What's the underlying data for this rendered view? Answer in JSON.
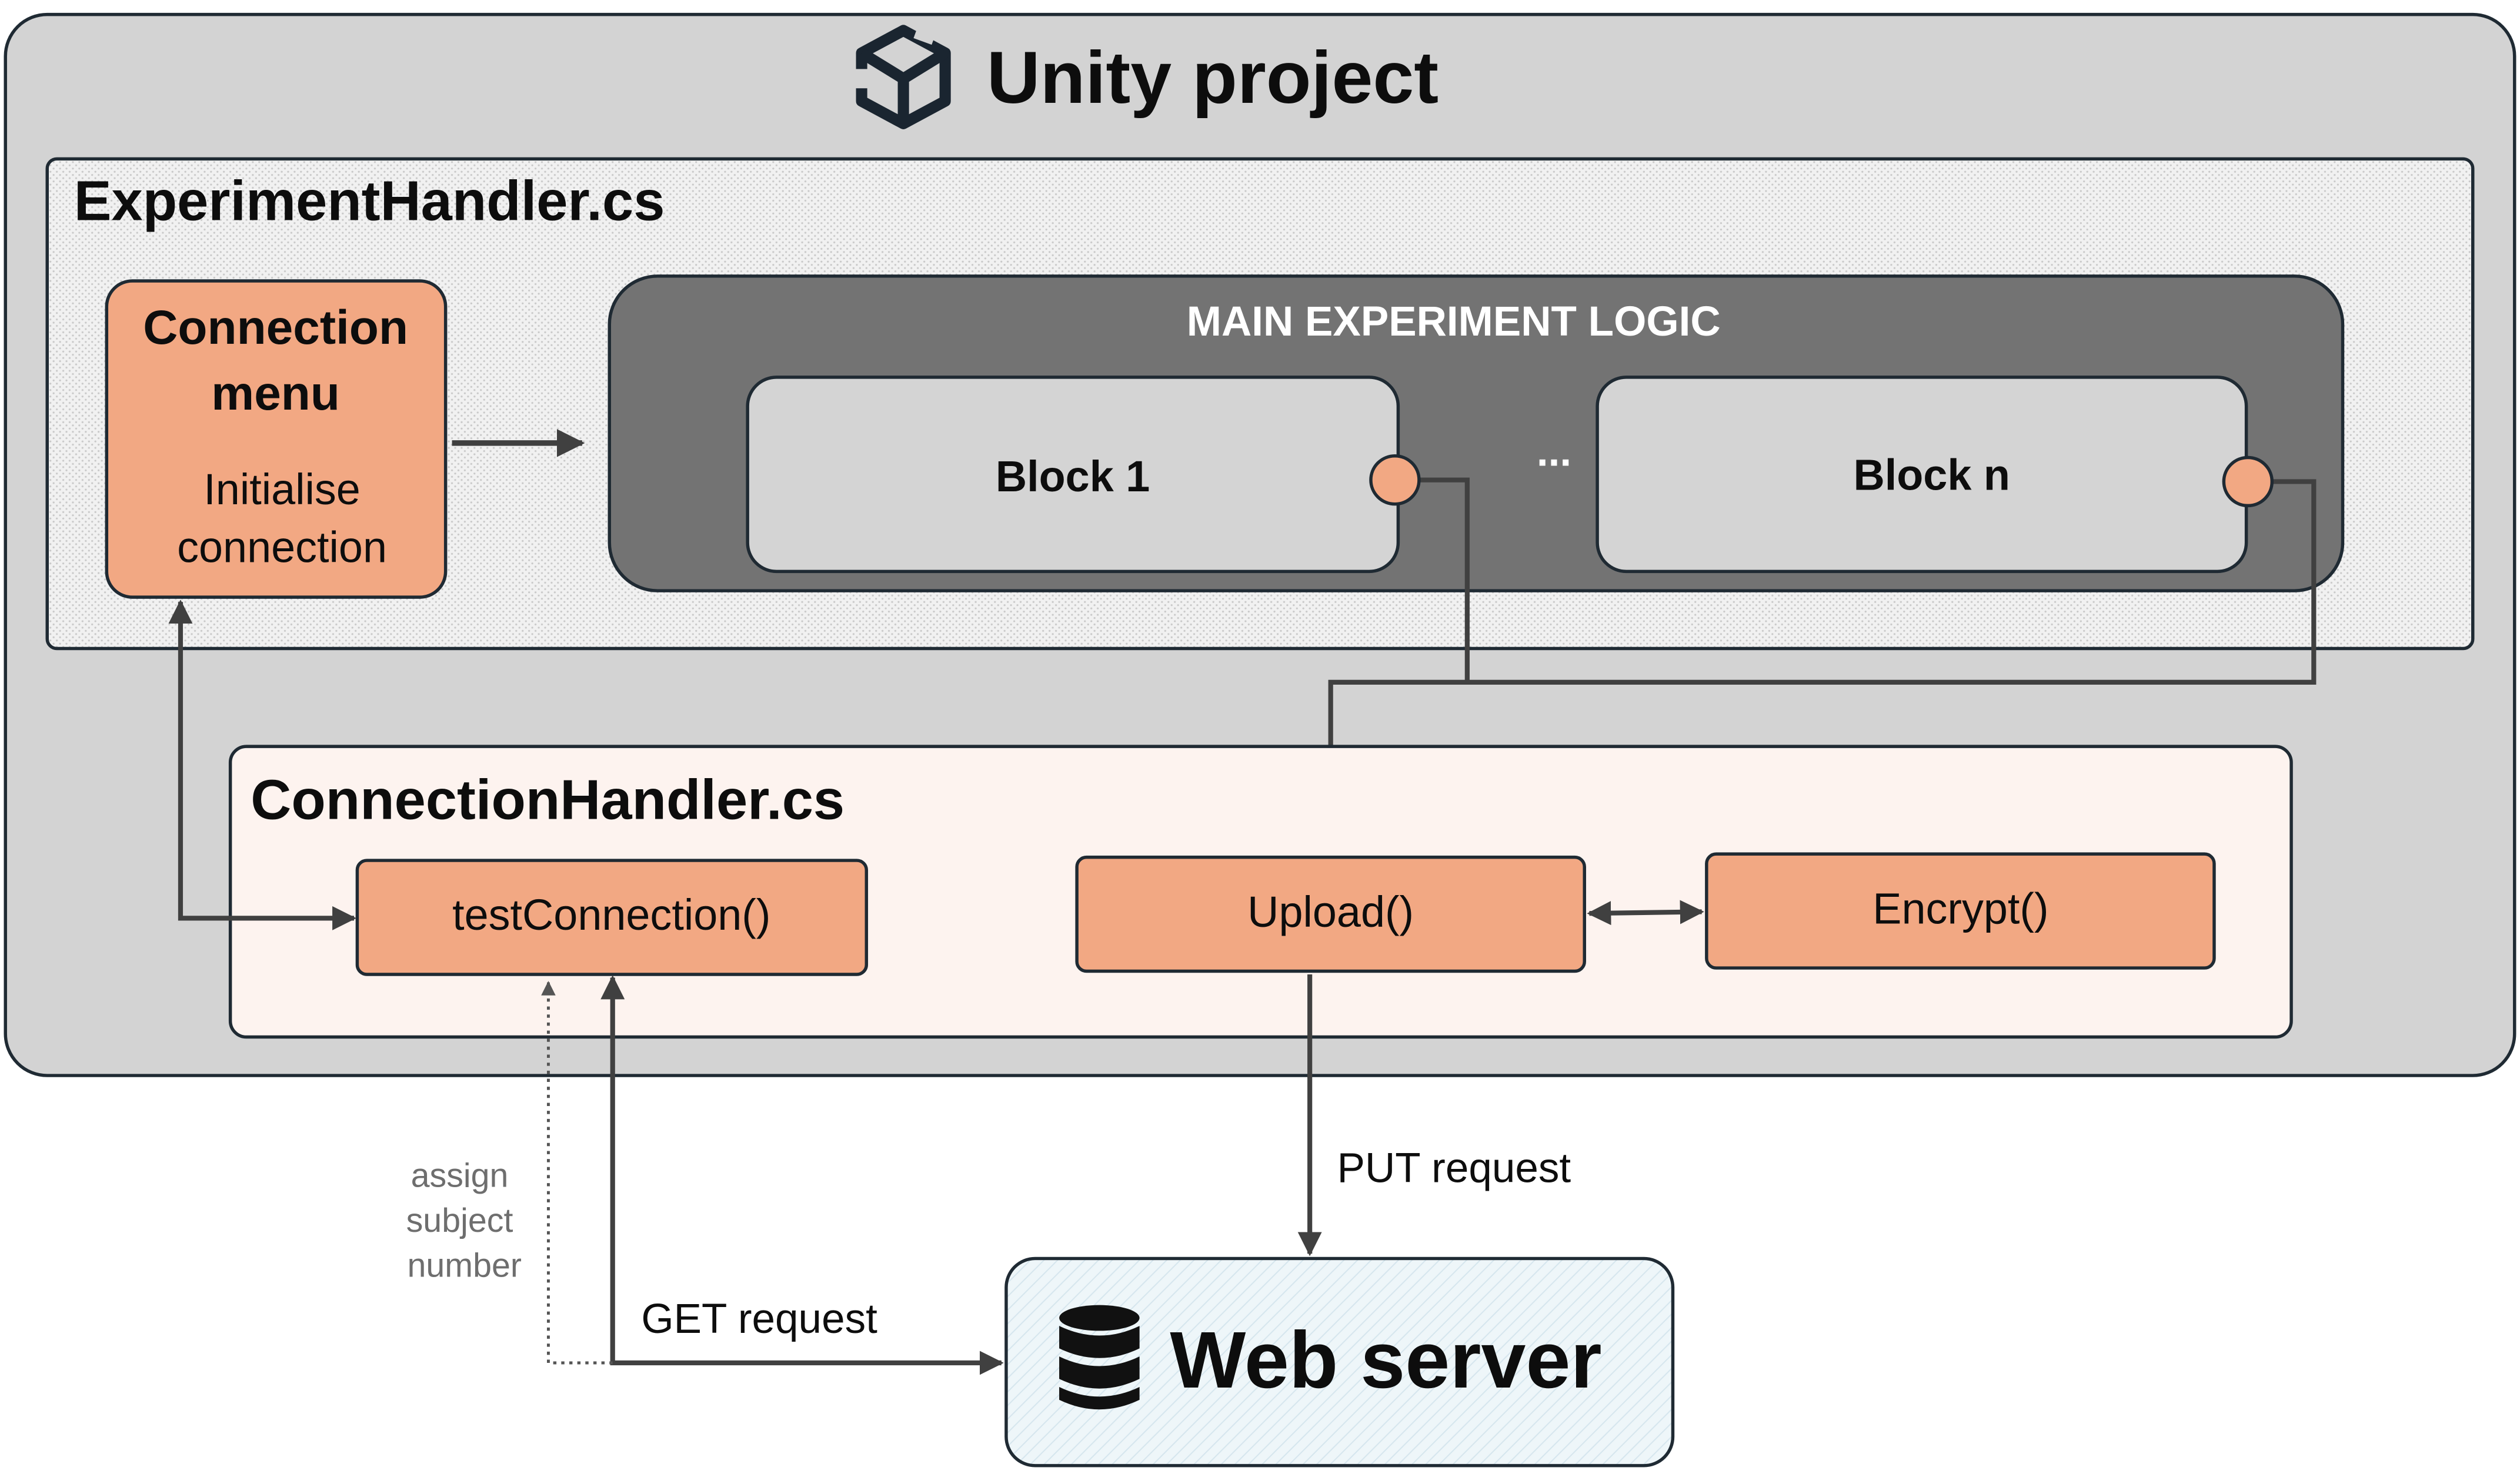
{
  "title": "Unity project",
  "experiment_handler": {
    "label": "ExperimentHandler.cs",
    "connection_menu": {
      "title_line1": "Connection",
      "title_line2": "menu",
      "desc_line1": "Initialise",
      "desc_line2": "connection"
    },
    "main_logic": {
      "label": "MAIN EXPERIMENT LOGIC",
      "block1": "Block 1",
      "ellipsis": "...",
      "blockn": "Block n"
    }
  },
  "connection_handler": {
    "label": "ConnectionHandler.cs",
    "test_connection": "testConnection()",
    "upload": "Upload()",
    "encrypt": "Encrypt()"
  },
  "edges": {
    "assign_line1": "assign",
    "assign_line2": "subject",
    "assign_line3": "number",
    "get_request": "GET request",
    "put_request": "PUT request"
  },
  "web_server": {
    "label": "Web server",
    "icon": "database-icon"
  },
  "colors": {
    "outer_bg": "#d3d3d3",
    "outer_border": "#1f2a33",
    "handler_bg": "#ededed",
    "main_logic_bg": "#737373",
    "block_bg": "#d4d4d4",
    "orange": "#f2a883",
    "conn_handler_bg": "#fdf3ef",
    "web_bg": "#eef6f9",
    "line": "#404040"
  }
}
